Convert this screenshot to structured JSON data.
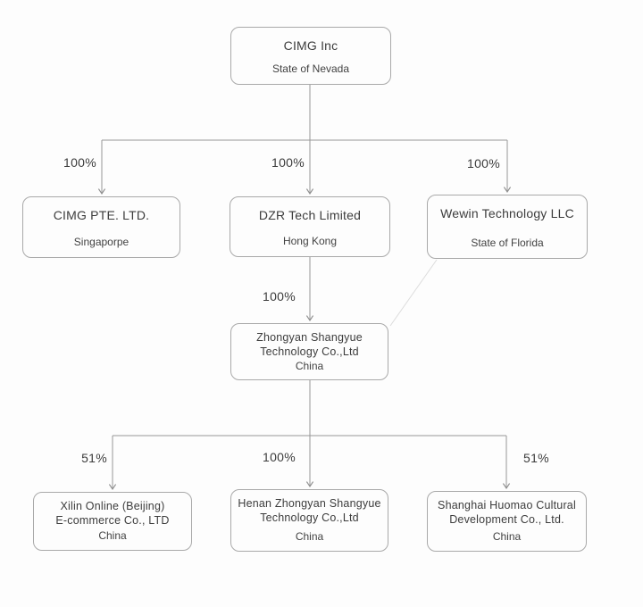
{
  "diagram": {
    "type": "corporate-org-chart",
    "nodes": [
      {
        "id": "cimg-inc",
        "name_lines": [
          "CIMG Inc"
        ],
        "location": "State of Nevada"
      },
      {
        "id": "cimg-pte",
        "name_lines": [
          "CIMG PTE. LTD."
        ],
        "location": "Singaporpe"
      },
      {
        "id": "dzr-tech",
        "name_lines": [
          "DZR Tech Limited"
        ],
        "location": "Hong Kong"
      },
      {
        "id": "wewin",
        "name_lines": [
          "Wewin Technology LLC"
        ],
        "location": "State of Florida"
      },
      {
        "id": "zhongyan",
        "name_lines": [
          "Zhongyan Shangyue",
          "Technology Co.,Ltd"
        ],
        "location": "China"
      },
      {
        "id": "xilin",
        "name_lines": [
          "Xilin Online (Beijing)",
          "E-commerce Co., LTD"
        ],
        "location": "China"
      },
      {
        "id": "henan",
        "name_lines": [
          "Henan Zhongyan Shangyue",
          "Technology Co.,Ltd"
        ],
        "location": "China"
      },
      {
        "id": "shanghai",
        "name_lines": [
          "Shanghai Huomao Cultural",
          "Development Co., Ltd."
        ],
        "location": "China"
      }
    ],
    "edges": [
      {
        "from": "CIMG Inc",
        "to": "CIMG PTE. LTD.",
        "ownership": "100%"
      },
      {
        "from": "CIMG Inc",
        "to": "DZR Tech Limited",
        "ownership": "100%"
      },
      {
        "from": "CIMG Inc",
        "to": "Wewin Technology LLC",
        "ownership": "100%"
      },
      {
        "from": "DZR Tech Limited",
        "to": "Zhongyan Shangyue Technology Co.,Ltd",
        "ownership": "100%"
      },
      {
        "from": "Zhongyan Shangyue Technology Co.,Ltd",
        "to": "Xilin Online (Beijing) E-commerce Co., LTD",
        "ownership": "51%"
      },
      {
        "from": "Zhongyan Shangyue Technology Co.,Ltd",
        "to": "Henan Zhongyan Shangyue Technology Co.,Ltd",
        "ownership": "100%"
      },
      {
        "from": "Zhongyan Shangyue Technology Co.,Ltd",
        "to": "Shanghai Huomao Cultural Development Co., Ltd.",
        "ownership": "51%"
      }
    ],
    "colors": {
      "background": "#fdfdfd",
      "box_border": "#a9a9a9",
      "line": "#979797",
      "text": "#3c3c3c"
    }
  }
}
